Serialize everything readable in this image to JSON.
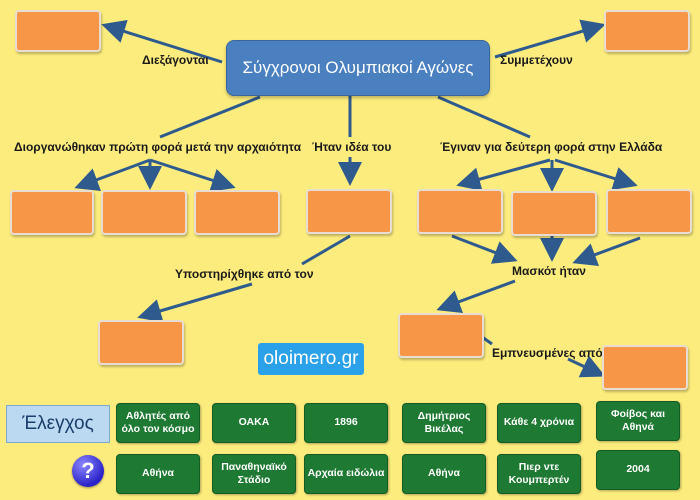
{
  "title": "Σύγχρονοι Ολυμπιακοί Αγώνες",
  "labels": {
    "held": "Διεξάγονται",
    "participate": "Συμμετέχουν",
    "organized_first": "Διοργανώθηκαν πρώτη φορά μετά την αρχαιότητα",
    "idea_of": "Ήταν ιδέα του",
    "second_time": "Έγιναν για δεύτερη φορά στην Ελλάδα",
    "supported_by": "Υποστηρίχθηκε από τον",
    "mascot": "Μασκότ ήταν",
    "inspired_by": "Εμπνευσμένες από"
  },
  "logo": "oloimero.gr",
  "check_button": "Έλεγχος",
  "help_icon": "?",
  "tiles_row1": [
    "Αθλητές από όλο τον κόσμο",
    "ΟΑΚΑ",
    "1896",
    "Δημήτριος Βικέλας",
    "Κάθε 4 χρόνια",
    "Φοίβος και Αθηνά"
  ],
  "tiles_row2": [
    "Αθήνα",
    "Παναθηναϊκό Στάδιο",
    "Αρχαία ειδώλια",
    "Αθήνα",
    "Πιερ ντε Κουμπερτέν",
    "2004"
  ],
  "colors": {
    "background": "#fcec7d",
    "slot": "#f79646",
    "title": "#4a7fc0",
    "tile": "#1e7a32",
    "arrow": "#2e5a8e"
  }
}
